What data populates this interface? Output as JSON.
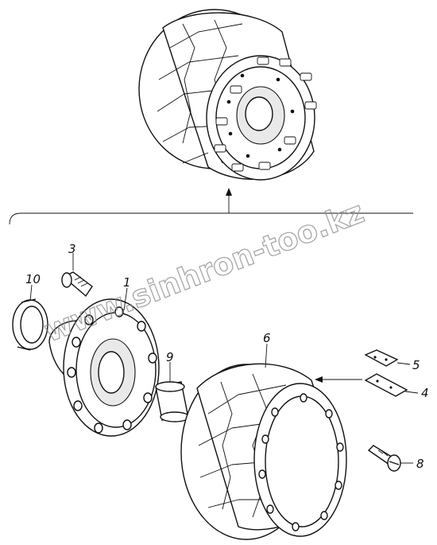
{
  "watermark": {
    "text": "www.sinhron-too.kz"
  },
  "callouts": [
    {
      "id": "3",
      "label": "3"
    },
    {
      "id": "10",
      "label": "10"
    },
    {
      "id": "1",
      "label": "1"
    },
    {
      "id": "9",
      "label": "9"
    },
    {
      "id": "6",
      "label": "6"
    },
    {
      "id": "5",
      "label": "5"
    },
    {
      "id": "4",
      "label": "4"
    },
    {
      "id": "8",
      "label": "8"
    }
  ]
}
